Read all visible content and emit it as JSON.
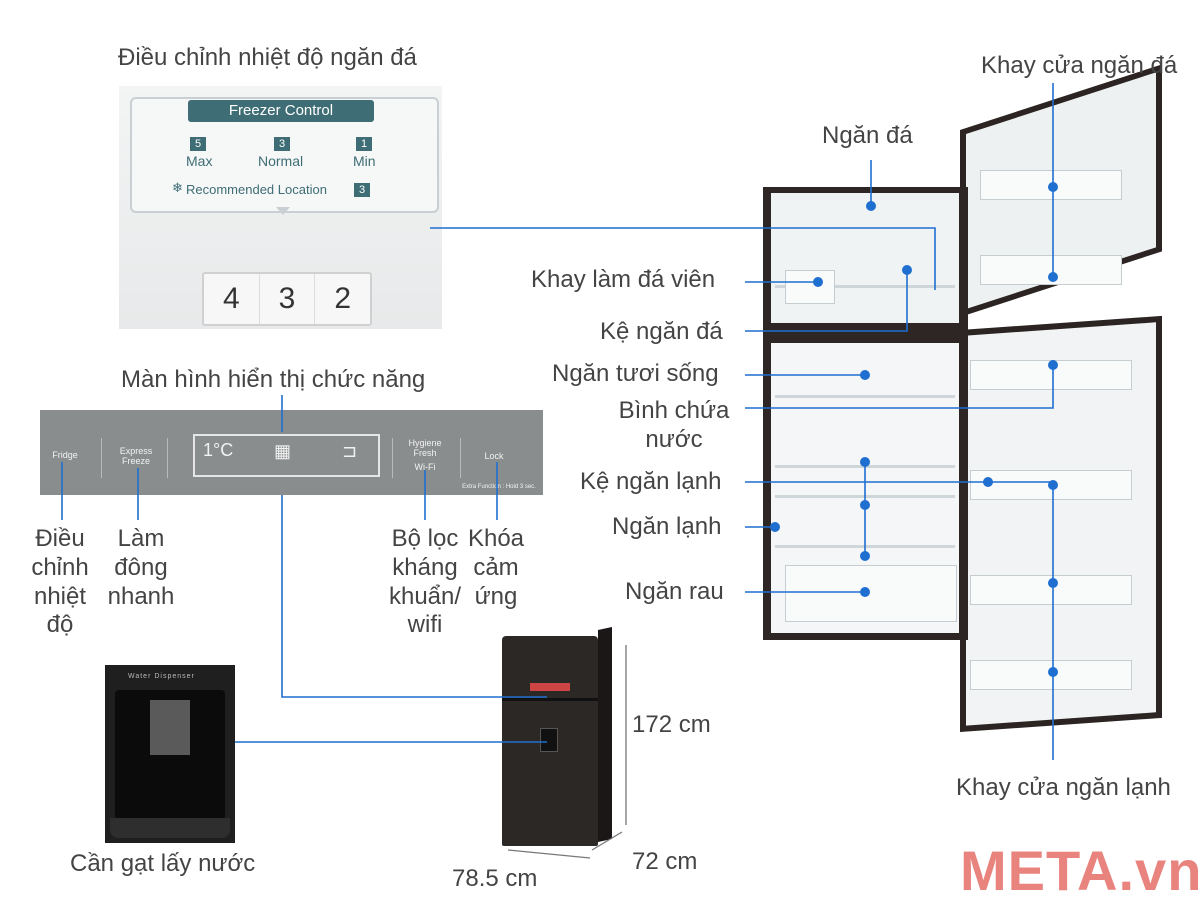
{
  "labels": {
    "freezer_adjust": "Điều chỉnh nhiệt độ ngăn đá",
    "freezer_door_tray": "Khay cửa ngăn đá",
    "freezer_compartment": "Ngăn đá",
    "ice_tray": "Khay làm đá viên",
    "freezer_shelf": "Kệ ngăn đá",
    "fresh_zone": "Ngăn tươi sống",
    "water_tank": "Bình chứa nước",
    "fridge_shelf": "Kệ ngăn lạnh",
    "fridge_compartment": "Ngăn lạnh",
    "veg_drawer": "Ngăn rau",
    "fridge_door_tray": "Khay cửa ngăn lạnh",
    "display": "Màn hình hiển thị chức năng",
    "temp_adjust": "Điều chỉnh nhiệt độ",
    "fast_freeze": "Làm đông nhanh",
    "filter_wifi": "Bộ lọc kháng khuẩn/ wifi",
    "touch_lock": "Khóa cảm ứng",
    "water_lever": "Cần gạt lấy nước",
    "height": "172 cm",
    "depth": "72 cm",
    "width": "78.5 cm"
  },
  "freezer_control": {
    "title": "Freezer Control",
    "levels": [
      {
        "num": "5",
        "name": "Max"
      },
      {
        "num": "3",
        "name": "Normal"
      },
      {
        "num": "1",
        "name": "Min"
      }
    ],
    "recommended": "Recommended Location",
    "recommended_num": "3",
    "dial": [
      "4",
      "3",
      "2"
    ]
  },
  "control_strip": {
    "fridge": "Fridge",
    "express_freeze": "Express Freeze",
    "hygiene": "Hygiene Fresh",
    "wifi": "Wi-Fi",
    "lock": "Lock",
    "extra": "Extra Function : Hold 3 sec.",
    "temp_display": "1°C"
  },
  "dispenser": {
    "text": "Water Dispenser"
  },
  "brand": "META.vn",
  "colors": {
    "line": "#1f6fd1",
    "brand": "#e8837d"
  },
  "icons": [
    "snowflake-icon",
    "filter-icon",
    "lock-icon",
    "dot-marker-icon"
  ]
}
